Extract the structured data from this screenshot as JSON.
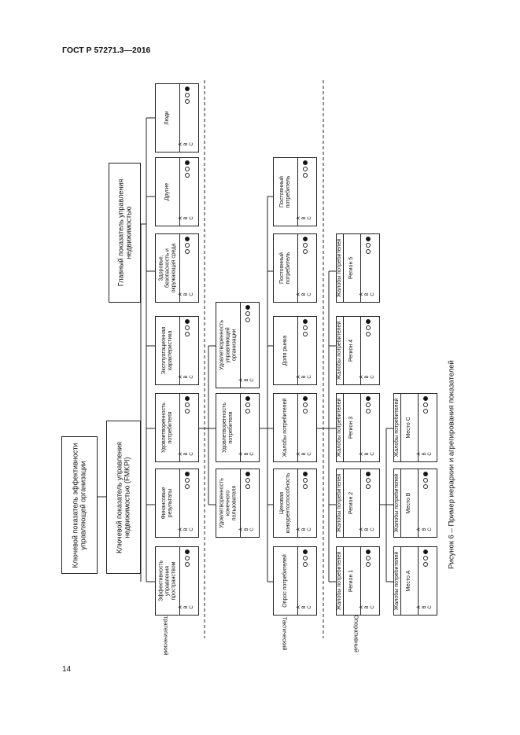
{
  "header": "ГОСТ Р 57271.3—2016",
  "page_number": "14",
  "caption": "Рисунок 6 – Пример иерархии и агрегирования показателей",
  "levels": {
    "strategic": "Стратегический",
    "tactical": "Тактический",
    "operational": "Оперативный"
  },
  "top_boxes": {
    "org_kpi": "Ключевой показатель эффективности управляющей организации",
    "fmkpi": "Ключевой показатель управления недвижимостью (FMKPI)",
    "main_kpi": "Главный показатель управления недвижимостью"
  },
  "rating_letters": [
    "A",
    "B",
    "C"
  ],
  "strategic_cards": [
    "Эффективность управления пространством",
    "Финансовые результаты",
    "Удовлетворенность потребителя",
    "Эксплуатационная характеристика",
    "Здоровье, безопасность и окружающая среда",
    "Другие",
    "Люди"
  ],
  "tactical_upper_cards": [
    "Удовлетворенность конечного пользователя",
    "Удовлетворенность потребителя",
    "Удовлетворенность управляющей организации"
  ],
  "tactical_lower_cards": [
    "Опрос потребителей",
    "Ценовая конкурентоспособность",
    "Жалобы потребителей",
    "Доля рынка",
    "Постоянный потребитель",
    "Постоянный потребитель"
  ],
  "operational_region_cards": [
    {
      "title": "Жалобы потребителей",
      "sub": "Регион 1"
    },
    {
      "title": "Жалобы потребителей",
      "sub": "Регион 2"
    },
    {
      "title": "Жалобы потребителей",
      "sub": "Регион 3"
    },
    {
      "title": "Жалобы потребителей",
      "sub": "Регион 4"
    },
    {
      "title": "Жалобы потребителей",
      "sub": "Регион 5"
    }
  ],
  "operational_place_cards": [
    {
      "title": "Жалобы потребителей",
      "sub": "Место A"
    },
    {
      "title": "Жалобы потребителей",
      "sub": "Место B"
    },
    {
      "title": "Жалобы потребителей",
      "sub": "Место C"
    }
  ]
}
